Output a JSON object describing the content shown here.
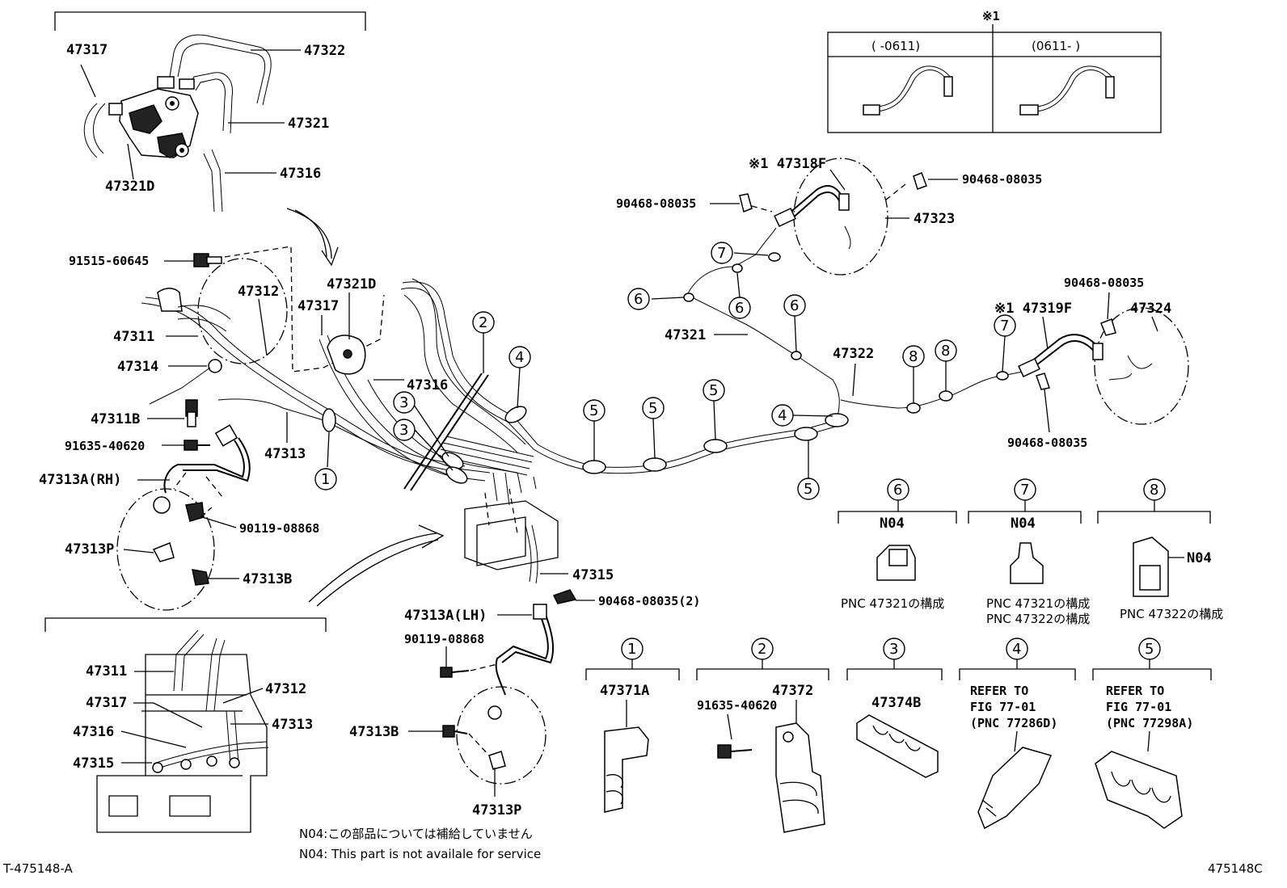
{
  "labels": {
    "p47317_top": "47317",
    "p47322_top": "47322",
    "p47321_top": "47321",
    "p47316_top": "47316",
    "p47321D_top": "47321D",
    "ref_mark": "※1",
    "range_left": "(      -0611)",
    "range_right": "(0611-      )",
    "p47318F": "※1 47318F",
    "clip_a": "90468-08035",
    "clip_b": "90468-08035",
    "p47323": "47323",
    "bolt_91515": "91515-60645",
    "p47312": "47312",
    "p47321D_mid": "47321D",
    "p47317_mid": "47317",
    "p47311": "47311",
    "p47314": "47314",
    "p47316_mid": "47316",
    "p47311B": "47311B",
    "bolt_91635_a": "91635-40620",
    "p47313": "47313",
    "p47313A_RH": "47313A(RH)",
    "bolt_90119_a": "90119-08868",
    "p47313P_a": "47313P",
    "p47313B_a": "47313B",
    "p47321_mid": "47321",
    "p47322_mid": "47322",
    "clip_c": "90468-08035",
    "p47319F": "※1 47319F",
    "p47324": "47324",
    "clip_d": "90468-08035",
    "p47315": "47315",
    "clip_e": "90468-08035(2)",
    "p47313A_LH": "47313A(LH)",
    "bolt_90119_b": "90119-08868",
    "p47313B_b": "47313B",
    "p47313P_b": "47313P",
    "inset_47311": "47311",
    "inset_47312": "47312",
    "inset_47317": "47317",
    "inset_47313": "47313",
    "inset_47316": "47316",
    "inset_47315": "47315",
    "n04_6": "N04",
    "n04_7": "N04",
    "n04_8": "N04",
    "pnc_6": "PNC 47321の構成",
    "pnc_7a": "PNC 47321の構成",
    "pnc_7b": "PNC 47322の構成",
    "pnc_8": "PNC 47322の構成",
    "k1_part": "47371A",
    "k2_part": "47372",
    "k2_bolt": "91635-40620",
    "k3_part": "47374B",
    "k4_ref1": "REFER TO",
    "k4_ref2": "FIG 77-01",
    "k4_ref3": "(PNC 77286D)",
    "k5_ref1": "REFER TO",
    "k5_ref2": "FIG 77-01",
    "k5_ref3": "(PNC 77298A)",
    "note_jp": "N04:この部品については補給していません",
    "note_en": "N04: This part is not availale for service",
    "code_left": "T-475148-A",
    "code_right": "475148C"
  },
  "callouts": {
    "c1": "1",
    "c2": "2",
    "c3a": "3",
    "c3b": "3",
    "c4a": "4",
    "c4b": "4",
    "c5a": "5",
    "c5b": "5",
    "c5c": "5",
    "c5d": "5",
    "c6a": "6",
    "c6b": "6",
    "c6c": "6",
    "c7": "7",
    "c7b": "7",
    "c8a": "8",
    "c8b": "8",
    "k6": "6",
    "k7": "7",
    "k8": "8",
    "k1": "1",
    "k2": "2",
    "k3": "3",
    "k4": "4",
    "k5": "5"
  }
}
